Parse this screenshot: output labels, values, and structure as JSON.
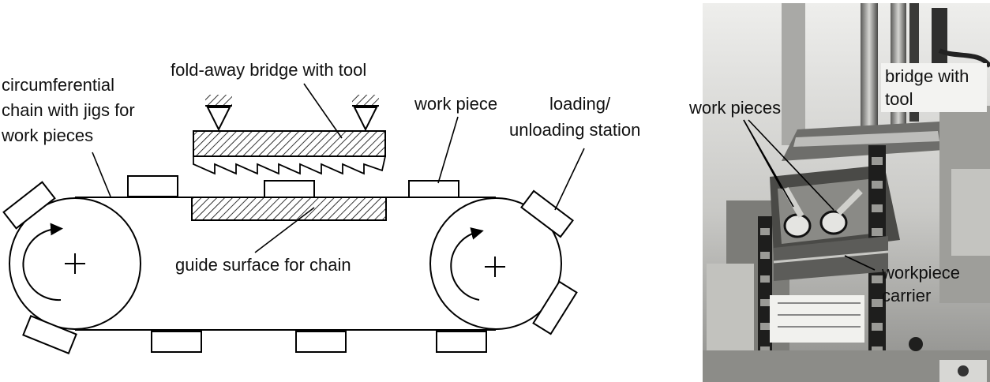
{
  "schematic": {
    "labels": {
      "chain": [
        "circumferential",
        "chain with jigs for",
        "work pieces"
      ],
      "bridge": "fold-away bridge with tool",
      "work_piece": "work piece",
      "station": [
        "loading/",
        "unloading station"
      ],
      "guide": "guide surface for chain"
    }
  },
  "photo": {
    "labels": {
      "bridge": [
        "bridge with",
        "tool"
      ],
      "work_pieces": "work pieces",
      "carrier": [
        "workpiece",
        "carrier"
      ]
    }
  },
  "colors": {
    "line": "#000000",
    "photo_light": "#d9d9d6",
    "photo_mid": "#8a8a86",
    "photo_dark": "#2b2b2a"
  }
}
